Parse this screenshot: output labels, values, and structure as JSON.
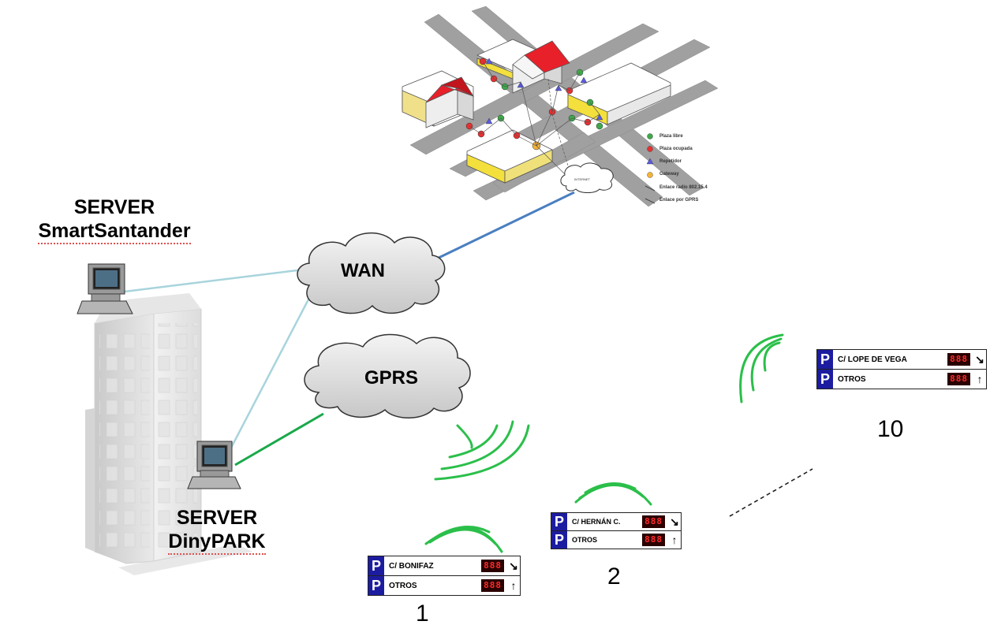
{
  "servers": {
    "smartsantander": {
      "line1": "SERVER",
      "line2": "SmartSantander"
    },
    "dinypark": {
      "line1": "SERVER",
      "line2": "DinyPARK"
    }
  },
  "clouds": {
    "wan": "WAN",
    "gprs": "GPRS",
    "internet": "INTERNET"
  },
  "map_legend": [
    {
      "symbol": "green-dot",
      "label": "Plaza libre"
    },
    {
      "symbol": "red-dot",
      "label": "Plaza ocupada"
    },
    {
      "symbol": "blue-triangle",
      "label": "Repetidor"
    },
    {
      "symbol": "orange-dot",
      "label": "Gateway"
    },
    {
      "symbol": "radio-link",
      "label": "Enlace radio 802.15.4"
    },
    {
      "symbol": "gprs-link",
      "label": "Enlace por GPRS"
    }
  ],
  "signs": [
    {
      "number": "1",
      "street": "C/ BONIFAZ",
      "other": "OTROS",
      "digits": "888",
      "arrow_top": "↘",
      "arrow_bottom": "↑"
    },
    {
      "number": "2",
      "street": "C/ HERNÁN C.",
      "other": "OTROS",
      "digits": "888",
      "arrow_top": "↘",
      "arrow_bottom": "↑"
    },
    {
      "number": "10",
      "street": "C/ LOPE DE VEGA",
      "other": "OTROS",
      "digits": "888",
      "arrow_top": "↘",
      "arrow_bottom": "↑"
    }
  ],
  "sign_letter": "P",
  "colors": {
    "wan_link": "#4a7fc0",
    "server_link": "#a8d4dc",
    "gprs_link": "#1aa84a",
    "wave": "#2bbf4a",
    "roof": "#e8202a",
    "building_yellow": "#f3e03c",
    "road": "#9a9a9a",
    "sign_blue": "#1c1ca0"
  }
}
